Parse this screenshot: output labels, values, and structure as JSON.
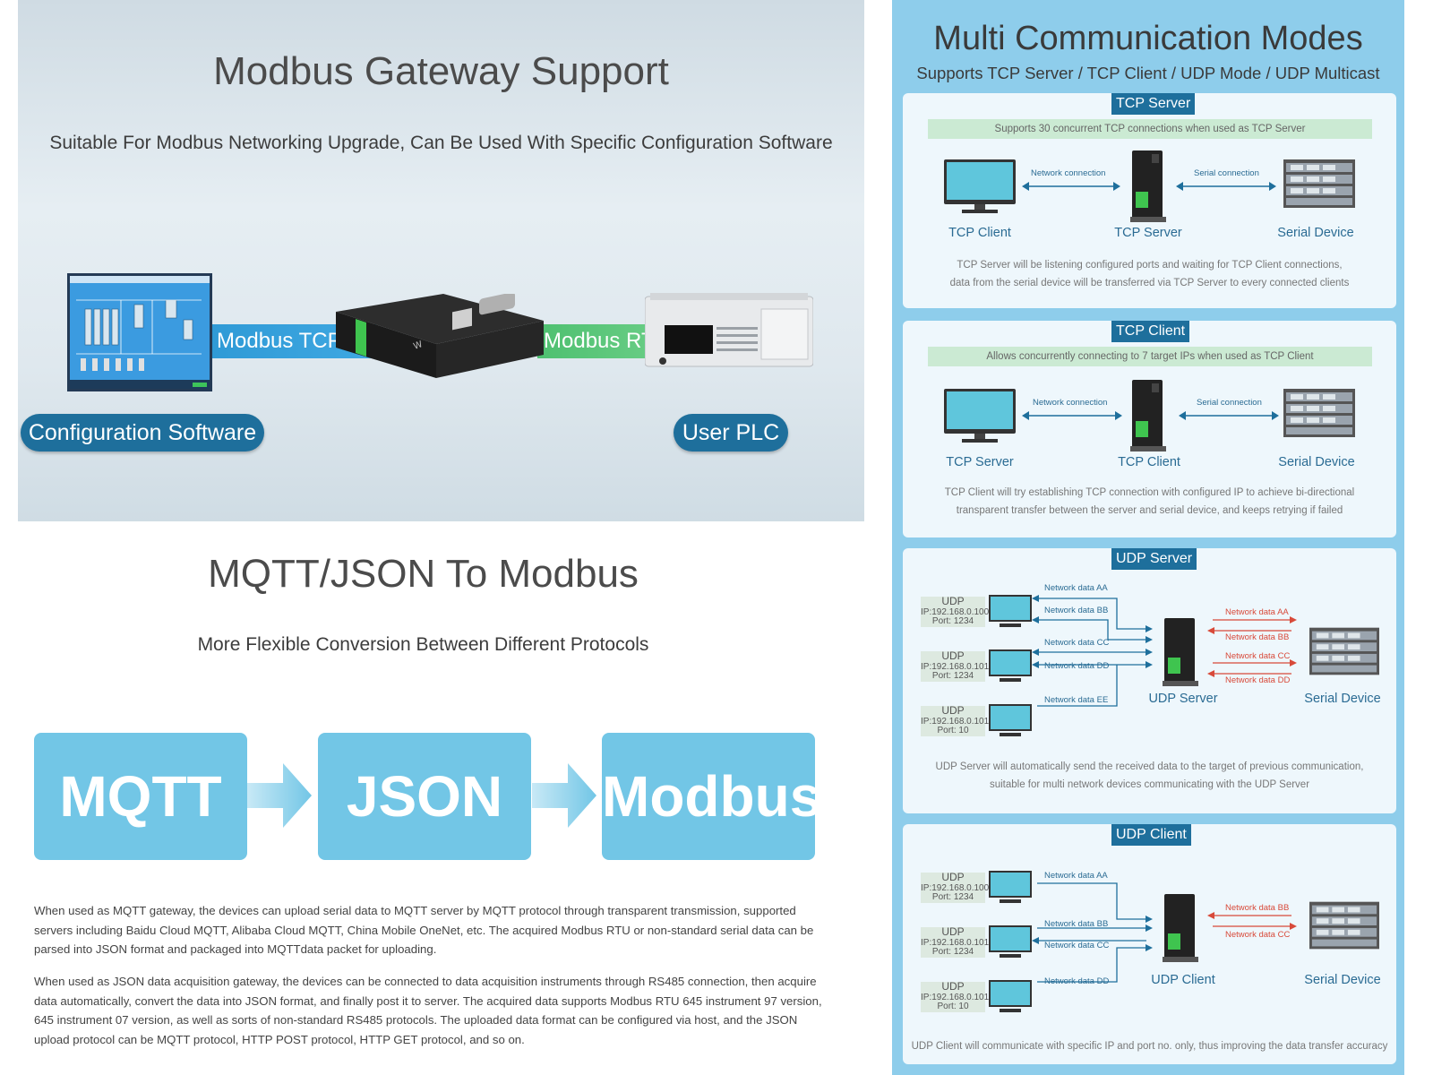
{
  "modbus_section": {
    "title": "Modbus Gateway Support",
    "subtitle": "Suitable For Modbus Networking Upgrade, Can Be Used With Specific Configuration Software",
    "band_left": "Modbus TCP",
    "band_right": "Modbus RTU",
    "pill_left": "Configuration Software",
    "pill_right": "User PLC"
  },
  "mqtt_section": {
    "title": "MQTT/JSON To Modbus",
    "subtitle": "More Flexible Conversion Between Different Protocols",
    "boxes": [
      "MQTT",
      "JSON",
      "Modbus"
    ],
    "paragraph1": "When used as MQTT gateway, the devices can upload serial data to MQTT server by MQTT protocol through transparent transmission, supported servers including Baidu Cloud MQTT, Alibaba Cloud MQTT, China Mobile OneNet, etc. The acquired Modbus RTU or non-standard serial data can be parsed into JSON format and packaged into MQTTdata packet for uploading.",
    "paragraph2": "When used as JSON data acquisition gateway, the devices can be connected to data acquisition instruments through RS485 connection, then acquire data automatically, convert the data into JSON format, and finally post it to server. The acquired data supports Modbus RTU 645 instrument 97 version, 645 instrument 07 version, as well as sorts of non-standard RS485 protocols. The uploaded data format can be configured via host, and the JSON upload protocol can be MQTT protocol, HTTP POST protocol, HTTP GET protocol, and so on."
  },
  "modes": {
    "title": "Multi Communication Modes",
    "subtitle": "Supports TCP Server / TCP Client / UDP Mode / UDP Multicast",
    "tcp_server": {
      "tag": "TCP Server",
      "note": "Supports 30 concurrent TCP connections when used as TCP Server",
      "net_conn": "Network connection",
      "ser_conn": "Serial connection",
      "labels": [
        "TCP Client",
        "TCP Server",
        "Serial Device"
      ],
      "desc1": "TCP Server will be listening configured ports and waiting for TCP Client connections,",
      "desc2": "data from the serial device will be transferred via TCP Server to every connected clients"
    },
    "tcp_client": {
      "tag": "TCP Client",
      "note": "Allows concurrently connecting to 7 target IPs when used as TCP Client",
      "net_conn": "Network connection",
      "ser_conn": "Serial connection",
      "labels": [
        "TCP Server",
        "TCP Client",
        "Serial Device"
      ],
      "desc1": "TCP Client will try establishing TCP connection with configured IP to achieve bi-directional",
      "desc2": "transparent transfer between the server and serial device, and keeps retrying if failed"
    },
    "udp_server": {
      "tag": "UDP Server",
      "hosts": [
        {
          "proto": "UDP",
          "ip": "IP:192.168.0.100",
          "port": "Port:  1234"
        },
        {
          "proto": "UDP",
          "ip": "IP:192.168.0.101",
          "port": "Port:  1234"
        },
        {
          "proto": "UDP",
          "ip": "IP:192.168.0.101",
          "port": "Port:  10"
        }
      ],
      "net_data": [
        "Network data AA",
        "Network data BB",
        "Network data CC",
        "Network data DD",
        "Network data EE"
      ],
      "ser_data": [
        "Network data AA",
        "Network data BB",
        "Network data CC",
        "Network data DD"
      ],
      "labels": [
        "UDP Server",
        "Serial Device"
      ],
      "desc1": "UDP Server will automatically send the received data to the target of previous communication,",
      "desc2": "suitable for multi network devices communicating with the UDP Server"
    },
    "udp_client": {
      "tag": "UDP Client",
      "hosts": [
        {
          "proto": "UDP",
          "ip": "IP:192.168.0.100",
          "port": "Port:  1234"
        },
        {
          "proto": "UDP",
          "ip": "IP:192.168.0.101",
          "port": "Port:  1234"
        },
        {
          "proto": "UDP",
          "ip": "IP:192.168.0.101",
          "port": "Port:  10"
        }
      ],
      "net_data": [
        "Network data AA",
        "Network data BB",
        "Network data CC",
        "Network data DD"
      ],
      "ser_data": [
        "Network data BB",
        "Network data CC"
      ],
      "labels": [
        "UDP Client",
        "Serial Device"
      ],
      "desc1": "UDP Client will communicate with specific IP and port no. only, thus improving the data transfer accuracy"
    }
  },
  "colors": {
    "blue_dark": "#1e6f9c",
    "sky": "#72c6e6",
    "panel": "#8ecdeb",
    "green": "#62c878"
  }
}
